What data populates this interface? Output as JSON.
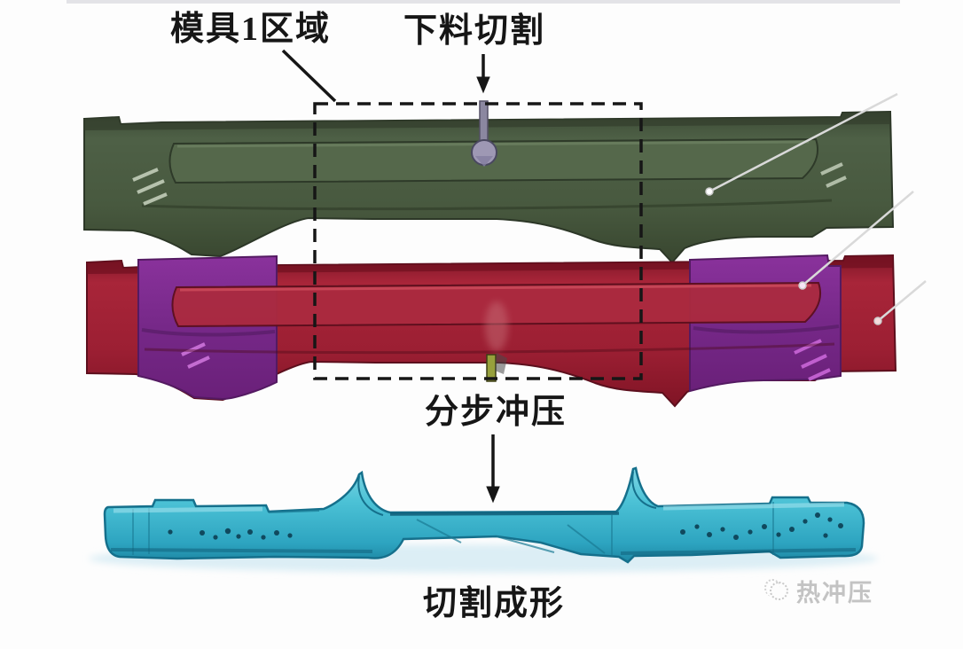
{
  "figure": {
    "kind": "hot-stamping process diagram",
    "annotations": {
      "die_region_label": "模具1区域",
      "blanking_cut_label": "下料切割",
      "step_stamping_label": "分步冲压",
      "cut_forming_label": "切割成形"
    },
    "process_steps": [
      "下料切割",
      "分步冲压",
      "切割成形"
    ],
    "watermark": {
      "brand": "热冲压",
      "icon": "snowflake-circle-logo"
    },
    "parts": [
      {
        "id": "upper-blank",
        "color": "#4a5c44"
      },
      {
        "id": "middle-blank",
        "color": "#9e2134",
        "insert_color": "#7c2b8c"
      },
      {
        "id": "formed-part",
        "color": "#49c0d4"
      }
    ],
    "palette": {
      "green": "#4a5c44",
      "red": "#9e2134",
      "purple": "#7c2b8c",
      "cyan": "#49c0d4",
      "label_text": "#161616",
      "watermark_gray": "#c3c3c3",
      "leader_line": "#d8d8d8"
    }
  }
}
